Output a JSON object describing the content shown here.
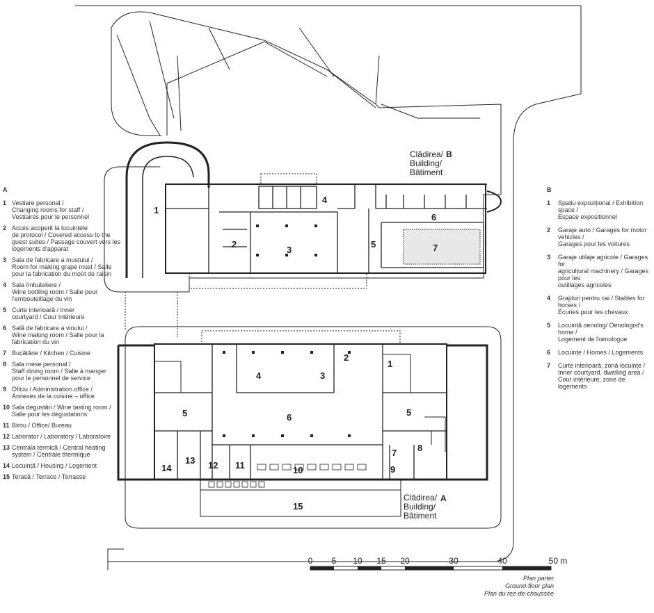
{
  "legend_a": {
    "header": "A",
    "items": [
      {
        "num": "1",
        "text": "Vestiare personal /\nChanging rooms for staff /\nVestiaires pour le personnel"
      },
      {
        "num": "2",
        "text": "Acces acoperit la locuințele\nde protocol / Covered access to the\nguest suites / Passage couvert vers les\nlogements d'apparat"
      },
      {
        "num": "3",
        "text": "Sala de fabricare a mustului /\nRoom for making grape must / Salle\npour la fabrication du moût de raisin"
      },
      {
        "num": "4",
        "text": "Sala îmbuteliere /\nWine bottling room / Salle pour\nl'embouteillage du vin"
      },
      {
        "num": "5",
        "text": "Curte interioară / Inner\ncourtyard / Cour intérieure"
      },
      {
        "num": "6",
        "text": "Sală de fabricare a vinului /\nWine making room / Salle pour la\nfabrication du vin"
      },
      {
        "num": "7",
        "text": "Bucătărie / Kitchen / Cuisine"
      },
      {
        "num": "8",
        "text": "Sala mese personal /\nStaff dining room / Salle à manger\npour le personnel de service"
      },
      {
        "num": "9",
        "text": "Oficiu / Administration office /\nAnnexes de la cuisine – office"
      },
      {
        "num": "10",
        "text": "Sala degustări / Wine tasting room /\nSalle pour les dégustations"
      },
      {
        "num": "11",
        "text": "Birou / Office/ Bureau"
      },
      {
        "num": "12",
        "text": "Laborator / Laboratory / Laboratoire"
      },
      {
        "num": "13",
        "text": "Centrala termică / Central heating\nsystem / Centrale thermique"
      },
      {
        "num": "14",
        "text": "Locuință / Housing / Logement"
      },
      {
        "num": "15",
        "text": "Terasă / Terrace / Terrasse"
      }
    ]
  },
  "legend_b": {
    "header": "B",
    "items": [
      {
        "num": "1",
        "text": "Spațiu expozițional / Exhibition space /\nEspace expositionnel"
      },
      {
        "num": "2",
        "text": "Garaje auto / Garages for motor vehicles /\nGarages pour les voitures"
      },
      {
        "num": "3",
        "text": "Garaje utilaje agricole / Garages for\nagricultural machinery / Garages pour les\noutillages agricoles"
      },
      {
        "num": "4",
        "text": "Grajduri pentru cai / Stables for horses /\nÉcuries pour les chevaux"
      },
      {
        "num": "5",
        "text": "Locuință oenolog/ Oenologist's home /\nLogement de l'œnologue"
      },
      {
        "num": "6",
        "text": "Locuințe / Homes / Logements"
      },
      {
        "num": "7",
        "text": "Curte interioară, zonă locuințe /\nInner courtyard, dwelling area /\nCour intérieure, zone de logements"
      }
    ]
  },
  "building_b": {
    "name": "Clădirea/\nBuilding/\nBâtiment",
    "letter": "B"
  },
  "building_a": {
    "name": "Clădirea/\nBuilding/\nBâtiment",
    "letter": "A"
  },
  "rooms_b": [
    {
      "label": "1"
    },
    {
      "label": "2"
    },
    {
      "label": "3"
    },
    {
      "label": "4"
    },
    {
      "label": "5"
    },
    {
      "label": "6"
    },
    {
      "label": "7"
    }
  ],
  "rooms_a": [
    {
      "label": "1"
    },
    {
      "label": "2"
    },
    {
      "label": "3"
    },
    {
      "label": "4"
    },
    {
      "label": "5"
    },
    {
      "label": "5"
    },
    {
      "label": "6"
    },
    {
      "label": "7"
    },
    {
      "label": "8"
    },
    {
      "label": "9"
    },
    {
      "label": "10"
    },
    {
      "label": "11"
    },
    {
      "label": "12"
    },
    {
      "label": "13"
    },
    {
      "label": "14"
    },
    {
      "label": "15"
    }
  ],
  "scale_bar": {
    "ticks": [
      "0",
      "5",
      "10",
      "15",
      "20",
      "30",
      "40"
    ],
    "end_label": "50 m"
  },
  "caption": [
    "Plan parter",
    "Ground-floor plan",
    "Plan du rez-de-chaussée"
  ]
}
